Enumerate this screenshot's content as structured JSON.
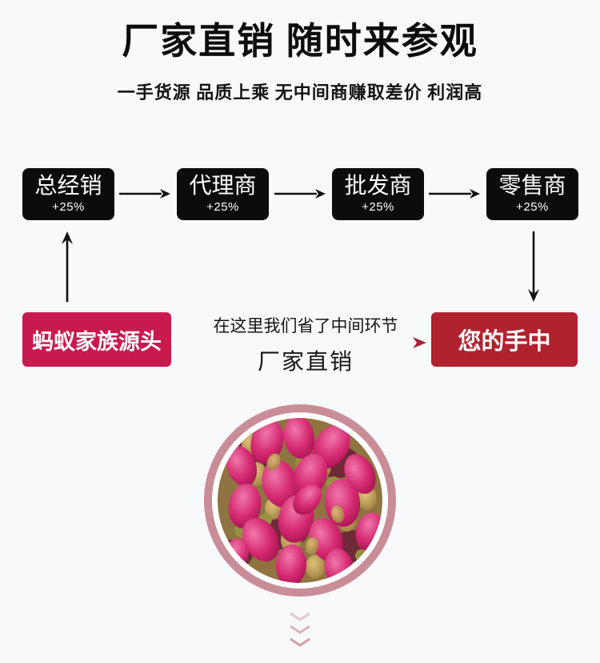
{
  "header": {
    "title": "厂家直销 随时来参观",
    "subtitle": "一手货源 品质上乘 无中间商赚取差价 利润高"
  },
  "chain": {
    "nodes": [
      {
        "label": "总经销",
        "surcharge": "+25%"
      },
      {
        "label": "代理商",
        "surcharge": "+25%"
      },
      {
        "label": "批发商",
        "surcharge": "+25%"
      },
      {
        "label": "零售商",
        "surcharge": "+25%"
      }
    ]
  },
  "direct": {
    "source_label": "蚂蚁家族源头",
    "dest_label": "您的手中",
    "above_arrow_text": "在这里我们省了中间环节",
    "below_arrow_text": "厂家直销"
  },
  "photo": {
    "name": "rose-buds-photo",
    "content": "dried rose buds in a round frame"
  },
  "footer": {
    "chevron_count": 3
  },
  "colors": {
    "bg": "#f8f9fb",
    "box-black": "#0c0c0c",
    "source-pink": "#c91a4f",
    "dest-red": "#b1222f",
    "arrow-navy": "#2f3c68",
    "arrow-red": "#a62339",
    "ring-pink": "#c98d98",
    "chevron-pink": "#d49aa2",
    "text-dark": "#111111"
  }
}
